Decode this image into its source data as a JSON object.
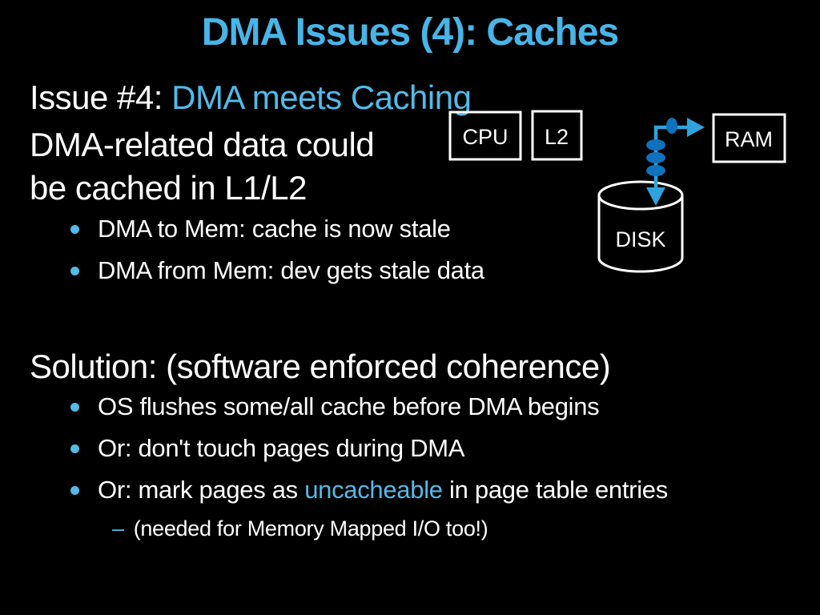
{
  "slide": {
    "title": "DMA Issues (4): Caches",
    "colors": {
      "background": "#000000",
      "title_blue": "#47B5E8",
      "accent_blue": "#52BAE8",
      "text_white": "#FFFFFF",
      "arrow_blue": "#2FA3DC",
      "node_blue": "#0E72BC"
    },
    "heading": {
      "prefix": "Issue #4: ",
      "highlight": "DMA meets Caching"
    },
    "intro_lines": [
      "DMA-related data could",
      "be cached in L1/L2"
    ],
    "bullets_top": [
      "DMA to Mem: cache is now stale",
      "DMA from Mem: dev gets stale data"
    ],
    "solution_heading": "Solution: (software enforced coherence)",
    "bullets_solution": [
      {
        "text": "OS flushes some/all cache before DMA begins"
      },
      {
        "text": "Or: don't touch pages during DMA"
      },
      {
        "pre": "Or: mark pages as ",
        "highlight": "uncacheable",
        "post": " in page table entries"
      }
    ],
    "sub_bullet": {
      "dash": "–",
      "text": "(needed for Memory Mapped I/O too!)"
    },
    "diagram": {
      "cpu_label": "CPU",
      "l2_label": "L2",
      "ram_label": "RAM",
      "disk_label": "DISK"
    }
  }
}
